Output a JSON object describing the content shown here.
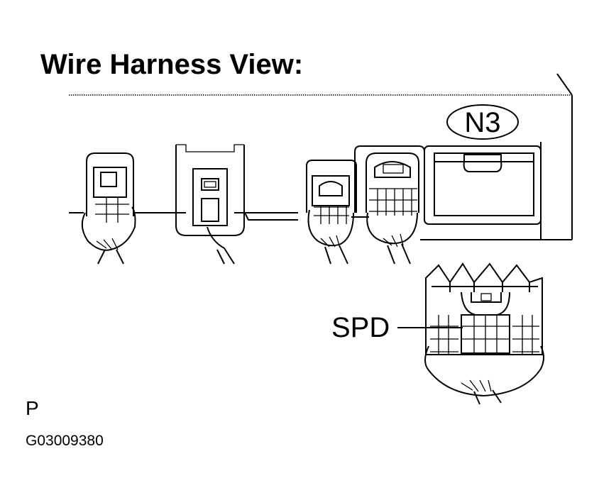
{
  "diagram": {
    "title": "Wire Harness View:",
    "connector_label_n3": "N3",
    "connector_label_spd": "SPD",
    "corner_letter": "P",
    "figure_code": "G03009380"
  },
  "colors": {
    "ink": "#000000",
    "background": "#ffffff"
  }
}
